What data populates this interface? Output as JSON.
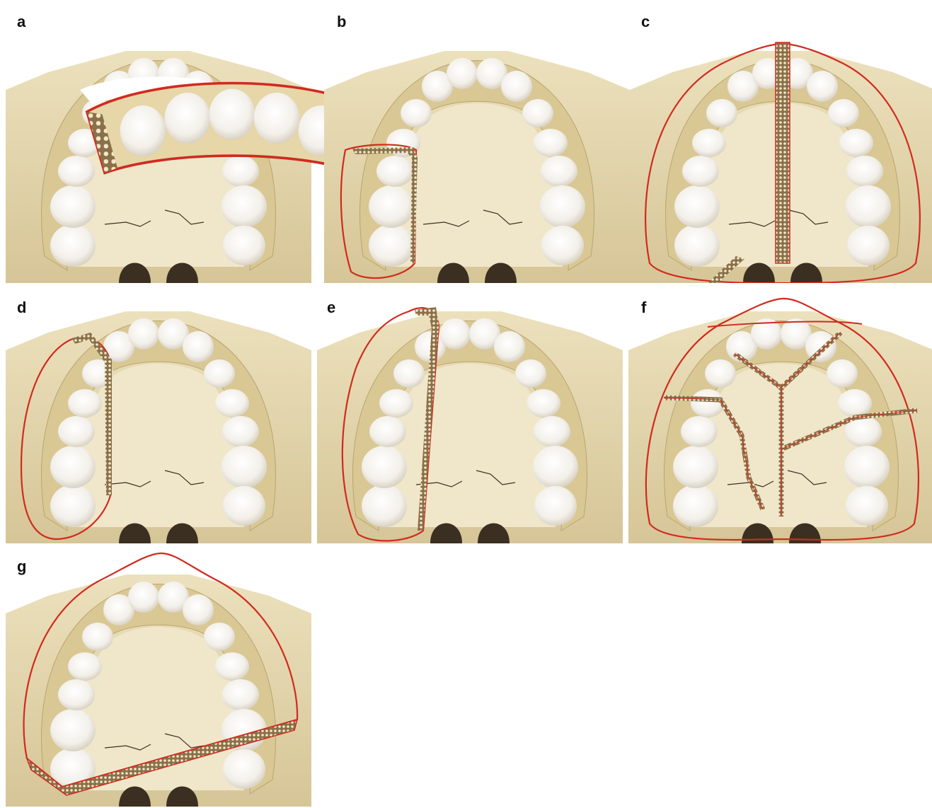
{
  "figure": {
    "panels": [
      {
        "label": "a"
      },
      {
        "label": "b"
      },
      {
        "label": "c"
      },
      {
        "label": "d"
      },
      {
        "label": "e"
      },
      {
        "label": "f"
      },
      {
        "label": "g"
      }
    ]
  },
  "colors": {
    "bone": "#e6d9b0",
    "bone_dark": "#c9b583",
    "palate": "#efe6c8",
    "tooth": "#f5f2ec",
    "outline": "#d12a1f",
    "cancellous": "#6b5638"
  }
}
